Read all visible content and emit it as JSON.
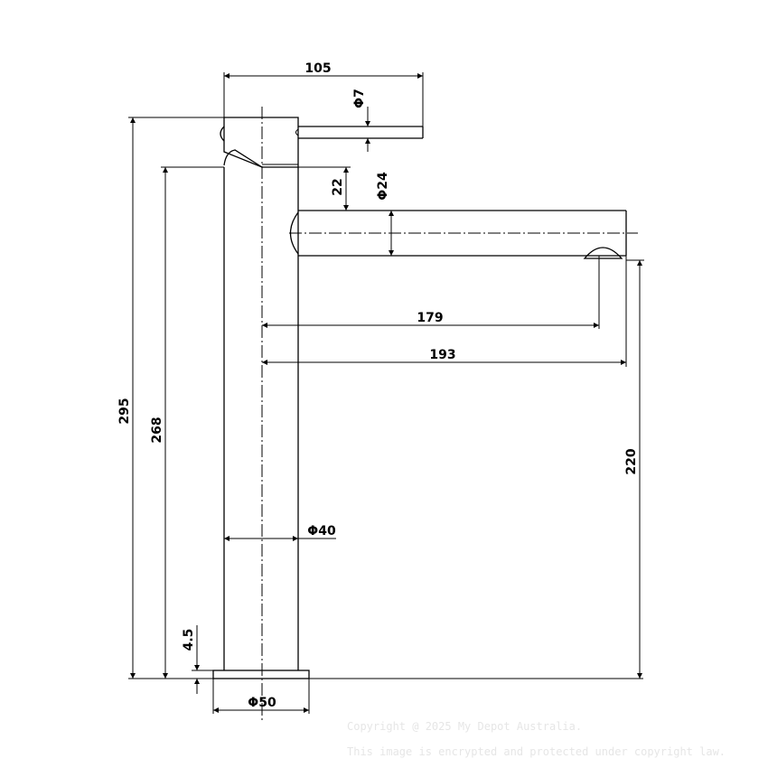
{
  "dimensions": {
    "handle_reach": "105",
    "lever_dia": "Φ7",
    "spout_offset": "22",
    "spout_dia": "Φ24",
    "reach_to_aerator": "179",
    "reach_total": "193",
    "total_height": "295",
    "body_height": "268",
    "spout_height": "220",
    "body_dia": "Φ40",
    "base_thickness": "4.5",
    "base_dia": "Φ50"
  },
  "watermark": {
    "line1": "Copyright @ 2025 My Depot Australia.",
    "line2": "This image is encrypted and protected under copyright law."
  }
}
